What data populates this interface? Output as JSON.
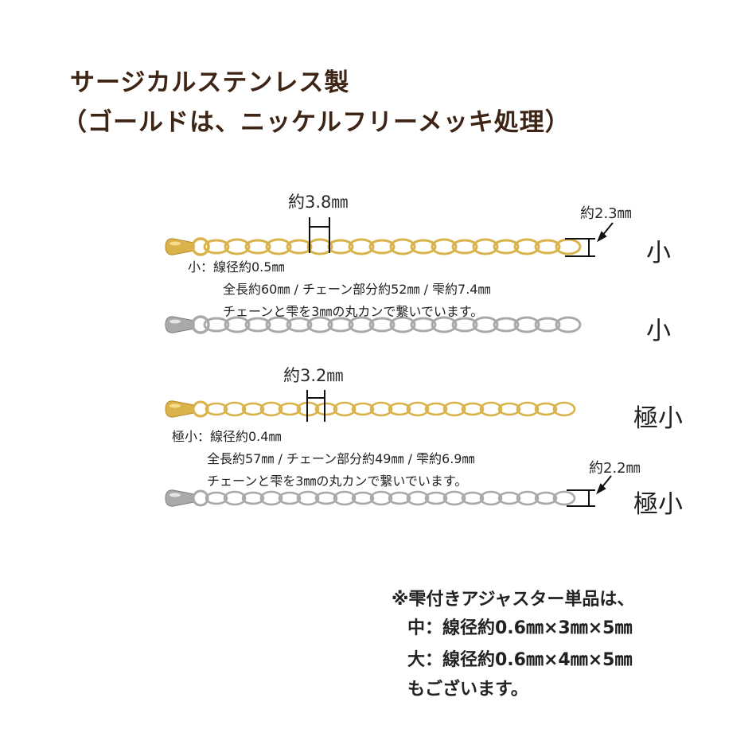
{
  "title": {
    "line1": "サージカルステンレス製",
    "line2": "（ゴールドは、ニッケルフリーメッキ処理）"
  },
  "colors": {
    "gold": "#d9b24a",
    "silver": "#a9a9a9",
    "text": "#3d2414"
  },
  "chains": [
    {
      "finish": "gold",
      "size_label": "小"
    },
    {
      "finish": "silver",
      "size_label": "小"
    },
    {
      "finish": "gold",
      "size_label": "極小"
    },
    {
      "finish": "silver",
      "size_label": "極小"
    }
  ],
  "small": {
    "link_length": "約3.8㎜",
    "link_width": "約2.3㎜",
    "spec_line1": "小：線径約0.5㎜",
    "spec_line2": "全長約60㎜ / チェーン部分約52㎜ / 雫約7.4㎜",
    "spec_line3": "チェーンと雫を3㎜の丸カンで繋いでいます。"
  },
  "extra_small": {
    "link_length": "約3.2㎜",
    "link_width": "約2.2㎜",
    "spec_line1": "極小：線径約0.4㎜",
    "spec_line2": "全長約57㎜ / チェーン部分約49㎜ / 雫約6.9㎜",
    "spec_line3": "チェーンと雫を3㎜の丸カンで繋いでいます。"
  },
  "footer": {
    "line1": "※雫付きアジャスター単品は、",
    "line2": "中：線径約0.6㎜×3㎜×5㎜",
    "line3": "大：線径約0.6㎜×4㎜×5㎜",
    "line4": "もございます。"
  }
}
